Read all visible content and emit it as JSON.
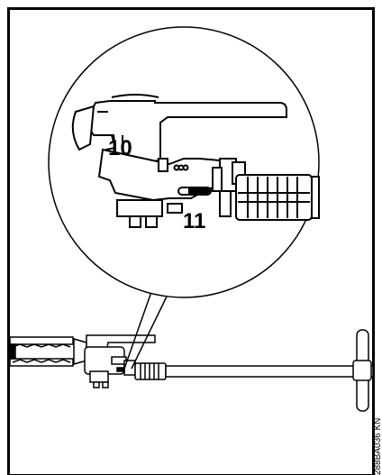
{
  "figure": {
    "callouts": {
      "part_10": "10",
      "part_11": "11"
    },
    "code": "288BA036 KN"
  },
  "colors": {
    "line": "#000000",
    "background": "#ffffff"
  }
}
